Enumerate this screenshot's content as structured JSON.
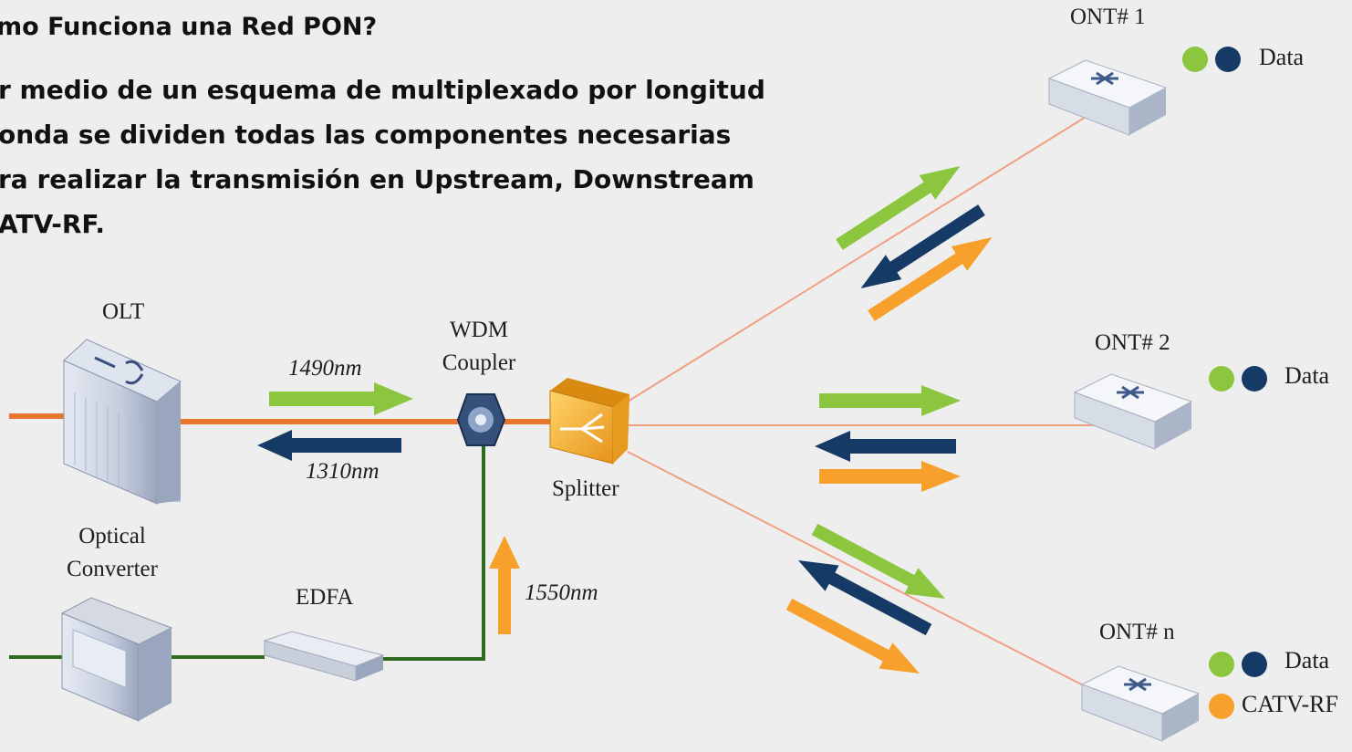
{
  "slide": {
    "heading": "mo Funciona una Red PON?",
    "body_lines": [
      "r medio de un esquema de multiplexado por longitud",
      "onda se dividen todas las componentes necesarias",
      "ra realizar la transmisión en Upstream, Downstream",
      "ATV-RF."
    ]
  },
  "labels": {
    "olt": "OLT",
    "optical_converter": "Optical Converter",
    "wdm_coupler": "WDM Coupler",
    "splitter": "Splitter",
    "edfa": "EDFA",
    "ont1": "ONT# 1",
    "ont2": "ONT# 2",
    "ontn": "ONT# n"
  },
  "wavelengths": {
    "downstream": "1490nm",
    "upstream": "1310nm",
    "catv": "1550nm"
  },
  "legend": {
    "data": "Data",
    "catv": "CATV-RF"
  },
  "colors": {
    "downstream_green": "#8cc63f",
    "upstream_navy": "#163a66",
    "catv_orange": "#f7a02b",
    "fiber_orange": "#e8762d",
    "fiber_thin": "#f0a080",
    "fiber_green": "#2e6b20"
  }
}
